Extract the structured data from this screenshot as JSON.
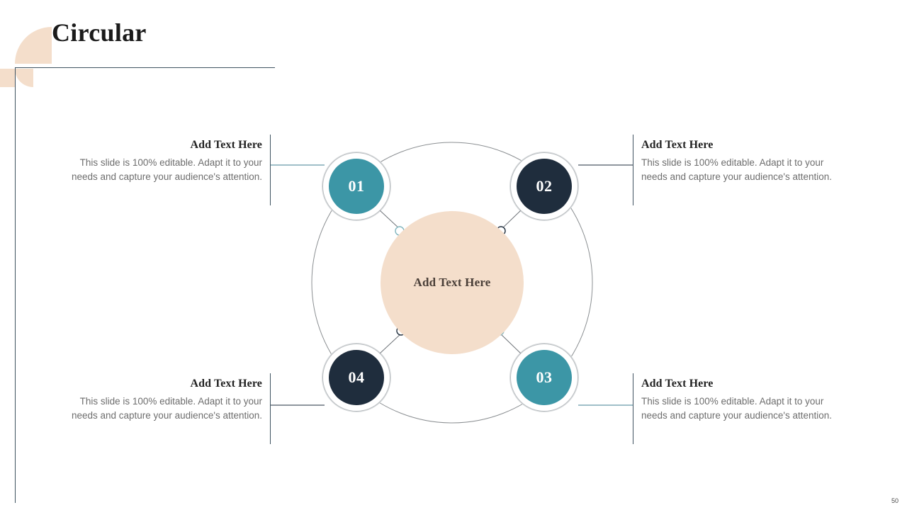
{
  "slide": {
    "title": "Circular",
    "page_number": "50"
  },
  "center": {
    "label": "Add Text Here"
  },
  "nodes": [
    {
      "number": "01",
      "color_name": "teal",
      "color": "#3C96A6"
    },
    {
      "number": "02",
      "color_name": "navy",
      "color": "#1F2D3D"
    },
    {
      "number": "03",
      "color_name": "teal",
      "color": "#3C96A6"
    },
    {
      "number": "04",
      "color_name": "navy",
      "color": "#1F2D3D"
    }
  ],
  "text_blocks": [
    {
      "id": "01",
      "heading": "Add Text Here",
      "body": "This slide is 100% editable. Adapt it to your needs and capture your audience's attention."
    },
    {
      "id": "02",
      "heading": "Add Text Here",
      "body": "This slide is 100% editable. Adapt it to your needs and capture your audience's attention."
    },
    {
      "id": "03",
      "heading": "Add Text Here",
      "body": "This slide is 100% editable. Adapt it to your needs and capture your audience's attention."
    },
    {
      "id": "04",
      "heading": "Add Text Here",
      "body": "This slide is 100% editable. Adapt it to your needs and capture your audience's attention."
    }
  ],
  "colors": {
    "teal": "#3C96A6",
    "navy": "#1F2D3D",
    "peach": "#F4DECB",
    "rule": "#3f5360",
    "ring": "#8b8f92",
    "body_text": "#6d6d6d",
    "heading_text": "#222222"
  }
}
